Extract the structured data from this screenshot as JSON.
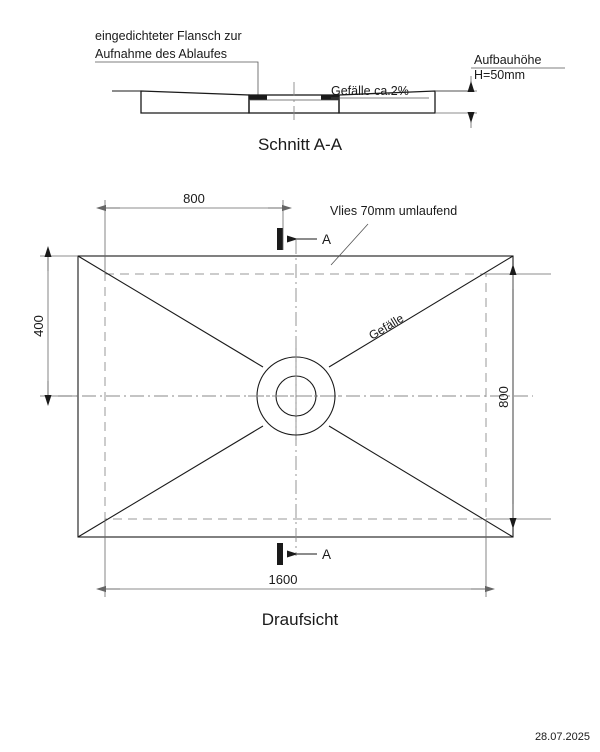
{
  "drawing": {
    "date_stamp": "28.07.2025",
    "section_view": {
      "title": "Schnitt A-A",
      "flange_note_line1": "eingedichteter Flansch zur",
      "flange_note_line2": "Aufnahme des Ablaufes",
      "slope_note": "Gefälle ca.2%",
      "height_note_line1": "Aufbauhöhe",
      "height_note_line2": "H=50mm"
    },
    "plan_view": {
      "title": "Draufsicht",
      "fleece_note": "Vlies 70mm umlaufend",
      "slope_label": "Gefälle",
      "section_marker_top": "A",
      "section_marker_bottom": "A",
      "dim_top": "800",
      "dim_left": "400",
      "dim_right": "800",
      "dim_bottom": "1600"
    }
  }
}
